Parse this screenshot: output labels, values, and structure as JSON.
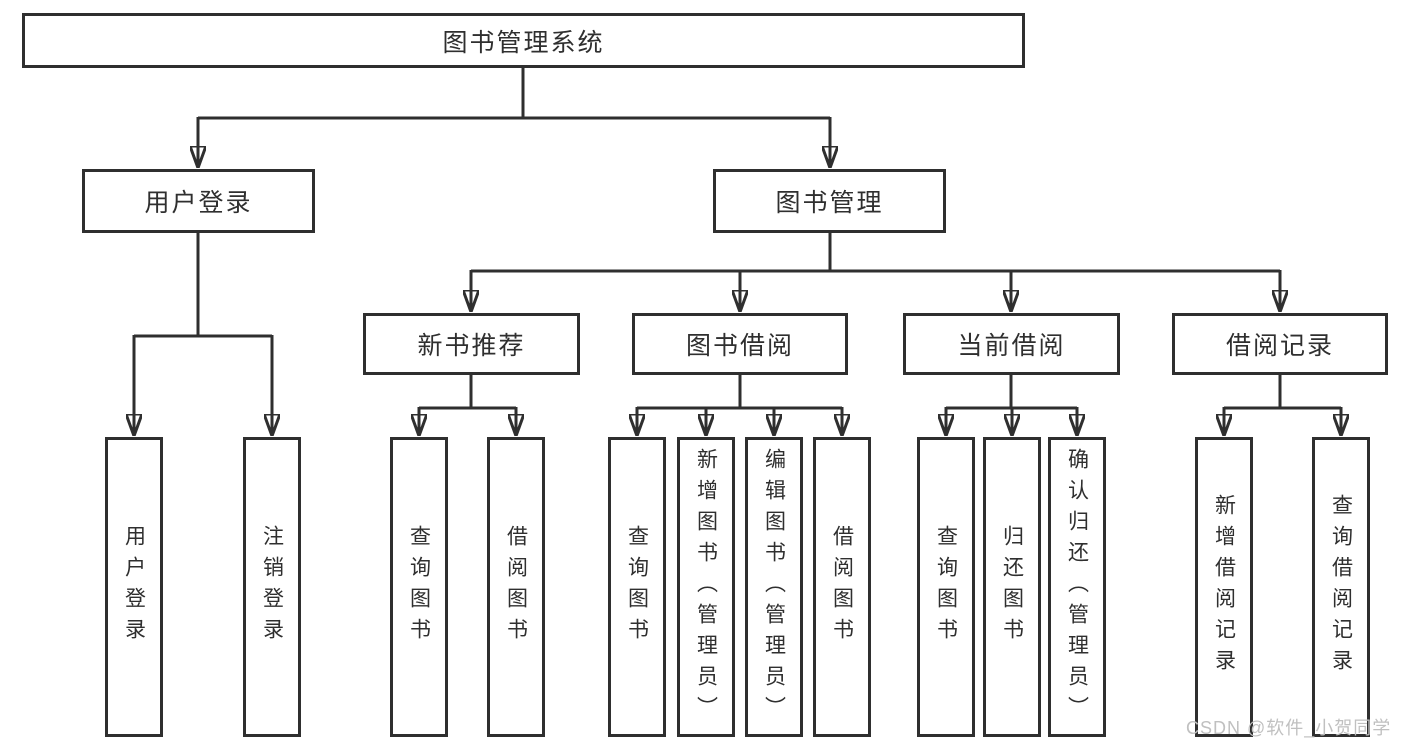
{
  "diagram": {
    "type": "hierarchy-tree",
    "root": {
      "label": "图书管理系统",
      "children": {
        "user_login": {
          "label": "用户登录",
          "children": [
            "用户登录",
            "注销登录"
          ]
        },
        "book_mgmt": {
          "label": "图书管理",
          "children": {
            "new_book_rec": {
              "label": "新书推荐",
              "children": [
                "查询图书",
                "借阅图书"
              ]
            },
            "book_borrow": {
              "label": "图书借阅",
              "children": [
                "查询图书",
                "新增图书（管理员）",
                "编辑图书（管理员）",
                "借阅图书"
              ]
            },
            "current_borrow": {
              "label": "当前借阅",
              "children": [
                "查询图书",
                "归还图书",
                "确认归还（管理员）"
              ]
            },
            "borrow_record": {
              "label": "借阅记录",
              "children": [
                "新增借阅记录",
                "查询借阅记录"
              ]
            }
          }
        }
      }
    },
    "watermark": "CSDN @软件_小贺同学",
    "colors": {
      "line": "#2f2f2f",
      "text": "#2f2f2f",
      "watermark": "#c0c0c0",
      "background": "#ffffff"
    }
  }
}
